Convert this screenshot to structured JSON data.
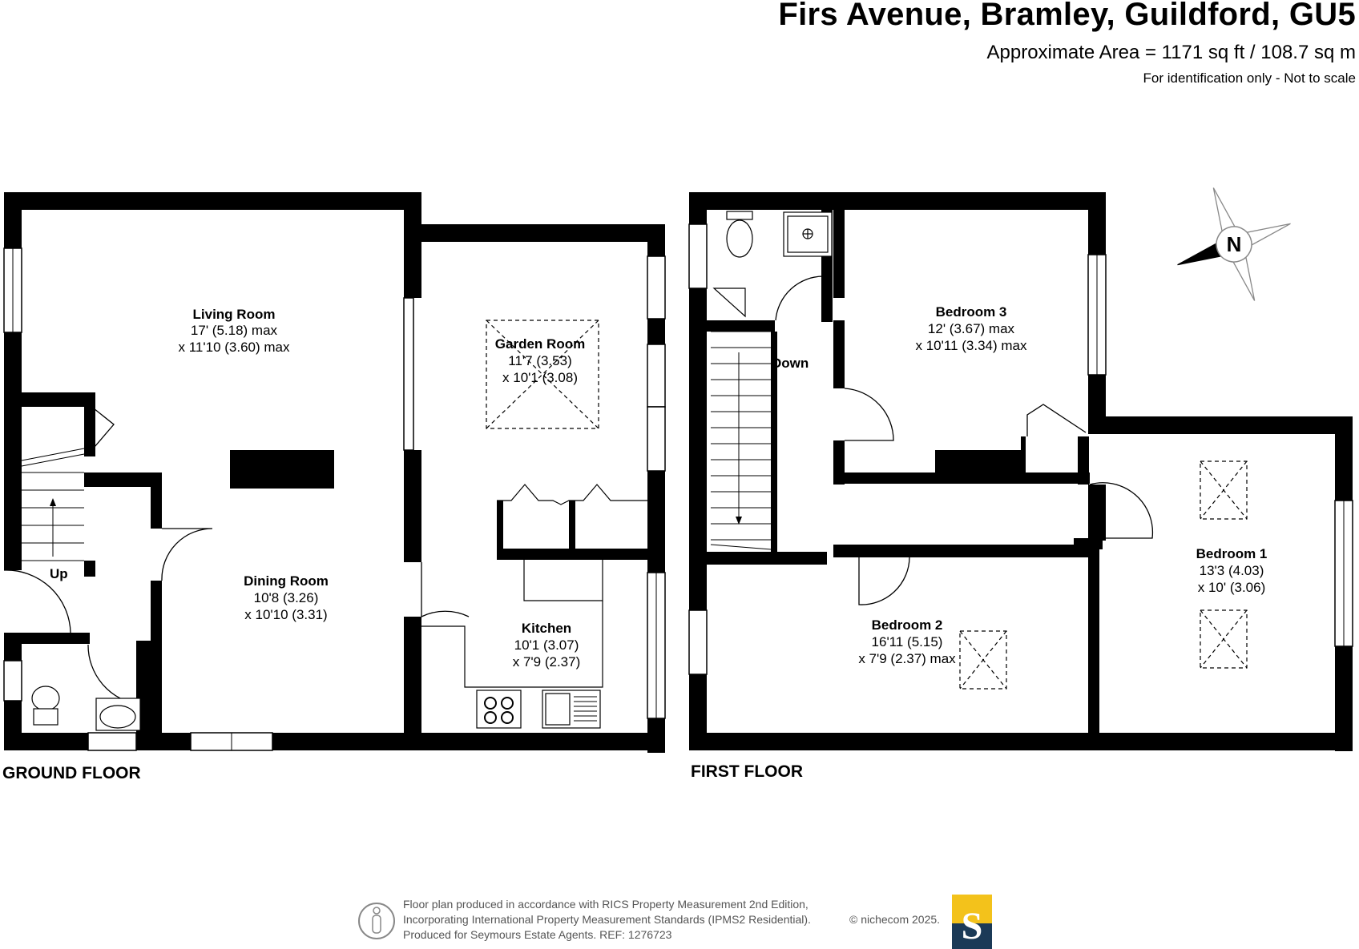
{
  "header": {
    "title": "Firs Avenue, Bramley, Guildford, GU5",
    "area": "Approximate Area = 1171 sq ft / 108.7 sq m",
    "note": "For identification only - Not to scale"
  },
  "ground_floor": {
    "label": "GROUND FLOOR",
    "rooms": [
      {
        "name": "Living Room",
        "dim1": "17' (5.18) max",
        "dim2": "x 11'10 (3.60) max"
      },
      {
        "name": "Garden Room",
        "dim1": "11'7 (3.53)",
        "dim2": "x 10'1 (3.08)"
      },
      {
        "name": "Dining Room",
        "dim1": "10'8 (3.26)",
        "dim2": "x 10'10 (3.31)"
      },
      {
        "name": "Kitchen",
        "dim1": "10'1 (3.07)",
        "dim2": "x 7'9 (2.37)"
      }
    ],
    "stairs_label": "Up"
  },
  "first_floor": {
    "label": "FIRST FLOOR",
    "rooms": [
      {
        "name": "Bedroom 3",
        "dim1": "12' (3.67) max",
        "dim2": "x 10'11 (3.34) max"
      },
      {
        "name": "Bedroom 1",
        "dim1": "13'3 (4.03)",
        "dim2": "x 10' (3.06)"
      },
      {
        "name": "Bedroom 2",
        "dim1": "16'11 (5.15)",
        "dim2": "x 7'9 (2.37) max"
      }
    ],
    "stairs_label": "Down"
  },
  "compass": {
    "letter": "N",
    "icon": "compass-icon"
  },
  "footer": {
    "line1": "Floor plan produced in accordance with RICS Property Measurement 2nd Edition,",
    "line2": "Incorporating International Property Measurement Standards (IPMS2 Residential).",
    "line3": "Produced for Seymours Estate Agents.   REF: 1276723",
    "copyright": "© nichecom 2025.",
    "logo_letter": "S",
    "logo_colors": {
      "top": "#f3c21b",
      "bottom": "#1b3a57"
    }
  }
}
